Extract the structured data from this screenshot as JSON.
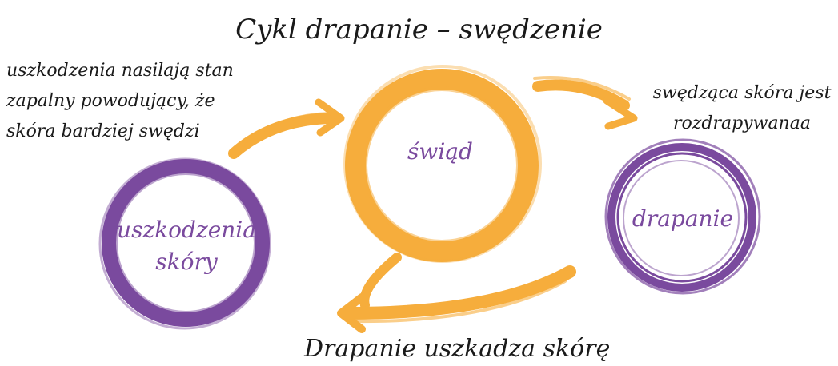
{
  "title": "Cykl drapanie – swędzenie",
  "nodes": {
    "itch": {
      "label": "świąd"
    },
    "damage": {
      "line1": "uszkodzenia",
      "line2": "skóry"
    },
    "scratch": {
      "label": "drapanie"
    }
  },
  "notes": {
    "left": [
      "uszkodzenia nasilają stan",
      "zapalny powodujący, że",
      "skóra bardziej swędzi"
    ],
    "right": [
      "swędząca skóra jest",
      "rozdrapywanaa"
    ],
    "bottom": "Drapanie uszkadza skórę"
  },
  "colors": {
    "orange": "#f6ad3c",
    "purple": "#7a4a9e",
    "text": "#1a1a1a"
  }
}
